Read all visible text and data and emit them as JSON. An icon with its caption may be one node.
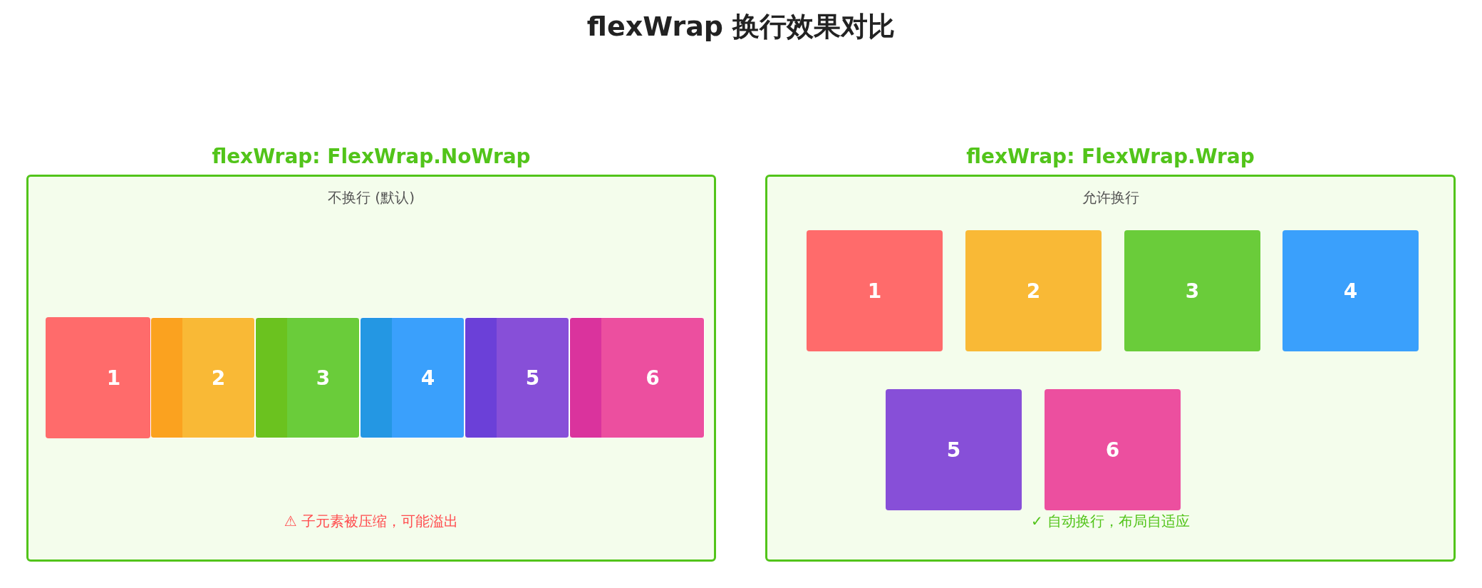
{
  "diagram": {
    "title": "flexWrap 换行效果对比",
    "nodes": [
      {
        "text": [
          "flexWrap: FlexWrap.NoWrap",
          "不换行 (默认)",
          "⚠ 子元素被压缩，可能溢出"
        ]
      },
      {
        "text": [
          "1"
        ],
        "in": 0
      },
      {
        "text": [
          "2"
        ],
        "in": 0
      },
      {
        "text": [
          "3"
        ],
        "in": 0
      },
      {
        "text": [
          "4"
        ],
        "in": 0
      },
      {
        "text": [
          "5"
        ],
        "in": 0
      },
      {
        "text": [
          "6"
        ],
        "in": 0
      },
      {
        "text": [
          "flexWrap: FlexWrap.Wrap",
          "允许换行",
          "✓ 自动换行，布局自适应"
        ]
      },
      {
        "text": [
          "1"
        ],
        "in": 7
      },
      {
        "text": [
          "2"
        ],
        "in": 7
      },
      {
        "text": [
          "3"
        ],
        "in": 7
      },
      {
        "text": [
          "4"
        ],
        "in": 7
      },
      {
        "text": [
          "5"
        ],
        "in": 7
      },
      {
        "text": [
          "6"
        ],
        "in": 7
      }
    ],
    "edges": []
  }
}
